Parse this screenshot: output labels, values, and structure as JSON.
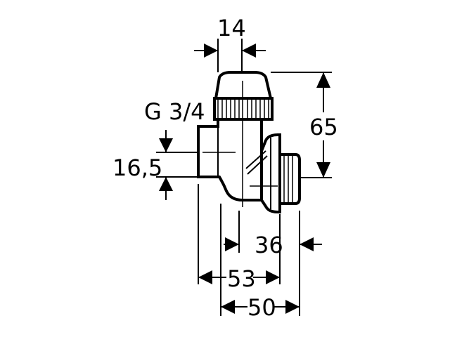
{
  "diagram": {
    "dimensions": {
      "top_width": "14",
      "thread": "G 3/4",
      "height": "65",
      "side_offset": "16,5",
      "outlet_depth": "36",
      "width_53": "53",
      "width_50": "50"
    }
  }
}
